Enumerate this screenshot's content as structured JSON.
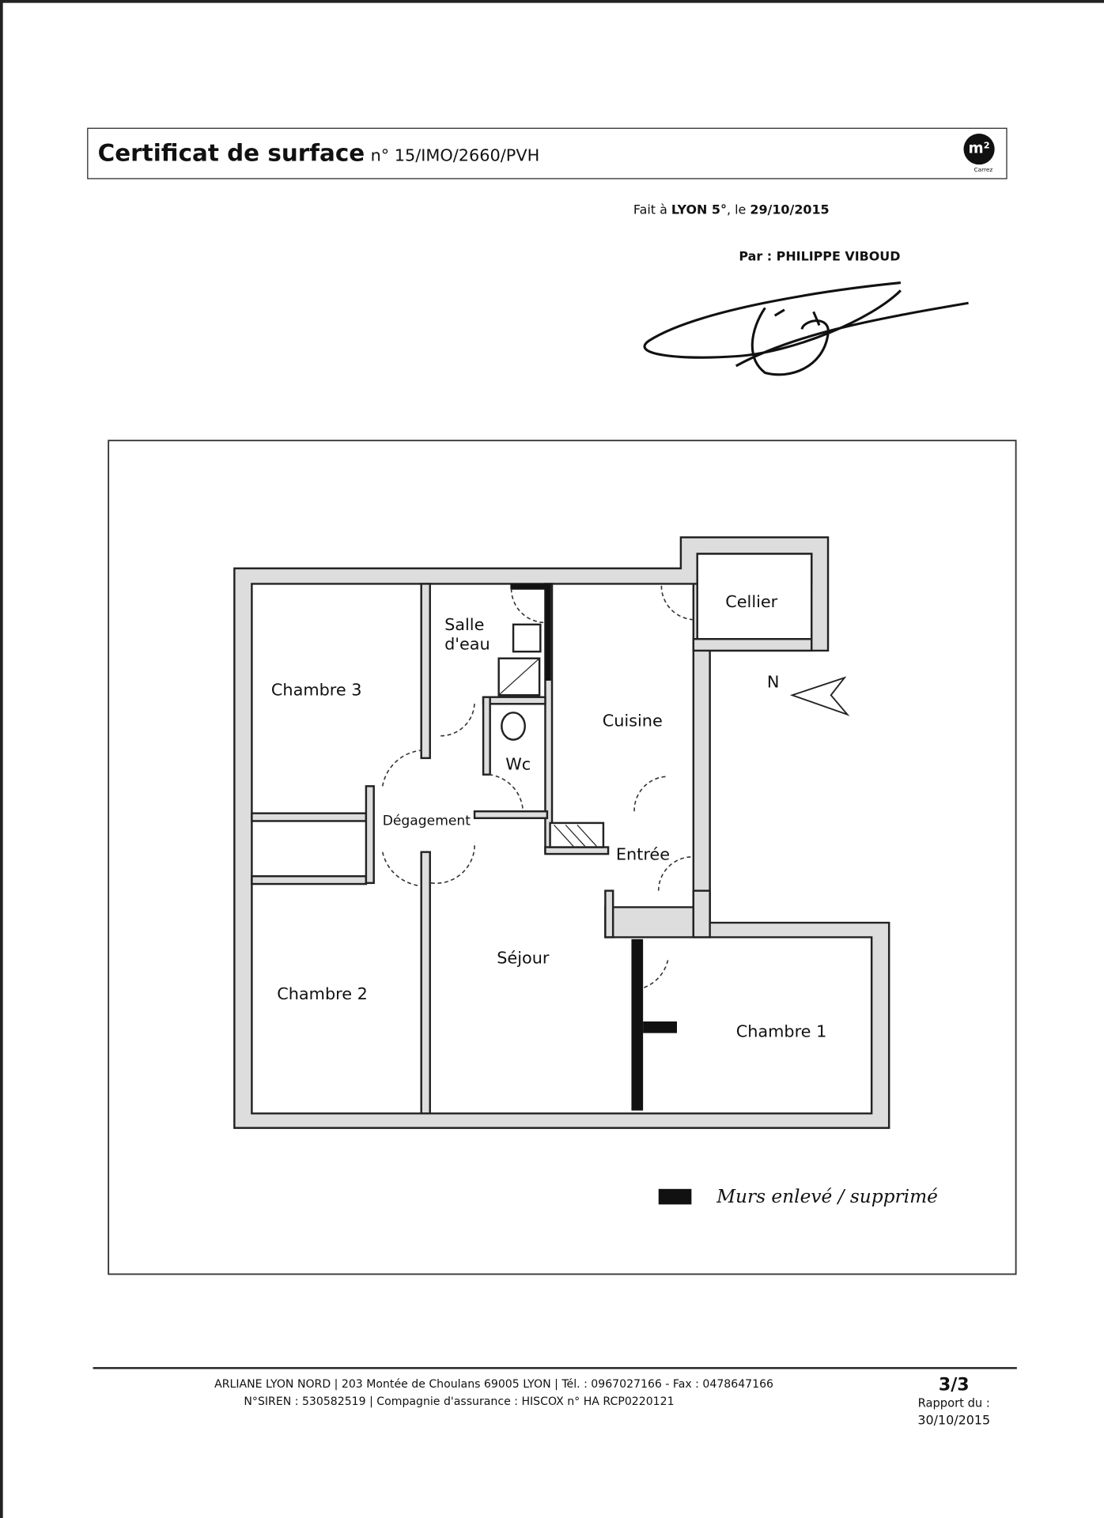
{
  "header": {
    "title": "Certificat de surface",
    "number": "n° 15/IMO/2660/PVH",
    "logo_text": "m²",
    "logo_caption": "Carrez"
  },
  "place_date": {
    "prefix": "Fait à ",
    "city": "LYON 5°",
    "middle": ", le ",
    "date": "29/10/2015"
  },
  "author": "Par : PHILIPPE VIBOUD",
  "plan": {
    "rooms": [
      "Chambre 3",
      "Salle",
      "d'eau",
      "Wc",
      "Cuisine",
      "Cellier",
      "Dégagement",
      "Entrée",
      "Séjour",
      "Chambre 2",
      "Chambre 1"
    ],
    "north": "N",
    "legend_note": "Murs enlevé / supprimé"
  },
  "footer": {
    "line1": "ARLIANE LYON NORD | 203 Montée de Choulans 69005 LYON | Tél. : 0967027166 - Fax : 0478647166",
    "line2": "N°SIREN : 530582519 | Compagnie d'assurance : HISCOX n° HA RCP0220121",
    "page": "3/3",
    "report_label": "Rapport du :",
    "report_date": "30/10/2015"
  }
}
